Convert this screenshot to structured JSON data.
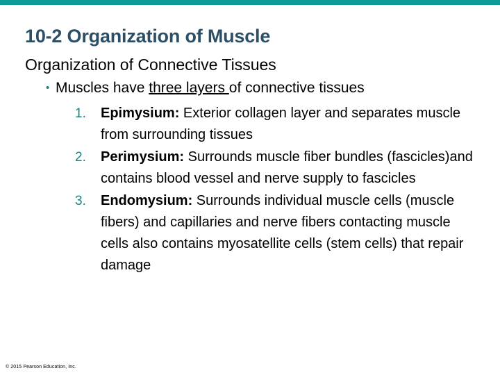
{
  "theme": {
    "accent_teal": "#0d9b96",
    "marker_teal": "#17837f",
    "title_color": "#2d4f66",
    "body_color": "#000000",
    "background": "#ffffff"
  },
  "slide": {
    "title": "10-2 Organization of Muscle",
    "subhead": "Organization of Connective Tissues",
    "bullet": {
      "marker": "•",
      "text_before": "Muscles have ",
      "text_underlined": "three layers ",
      "text_after": "of connective tissues"
    },
    "numbered_items": [
      {
        "marker": "1.",
        "term": "Epimysium:",
        "description": " Exterior collagen layer and separates muscle from surrounding tissues"
      },
      {
        "marker": "2.",
        "term": "Perimysium:",
        "description": " Surrounds muscle fiber bundles (fascicles)and contains blood vessel and nerve supply to fascicles"
      },
      {
        "marker": "3.",
        "term": "Endomysium:",
        "description": " Surrounds individual muscle cells (muscle fibers) and capillaries and nerve fibers contacting muscle cells also contains myosatellite cells (stem cells) that repair damage"
      }
    ],
    "footer": "© 2015 Pearson Education, Inc."
  }
}
